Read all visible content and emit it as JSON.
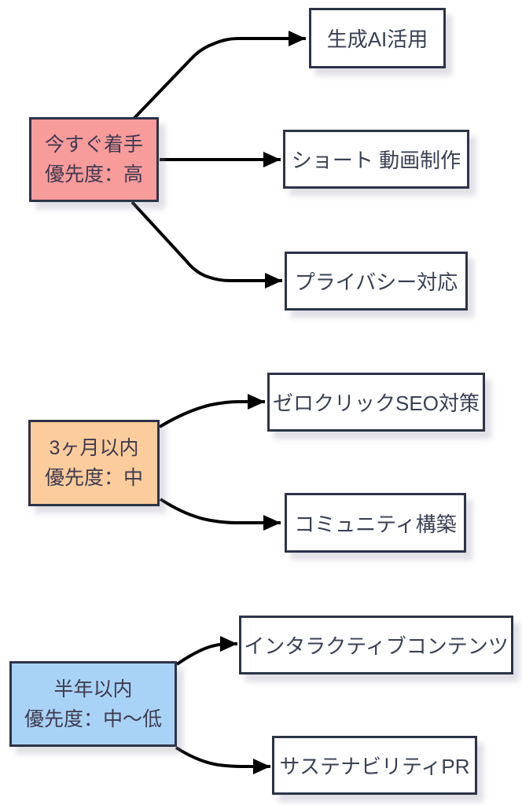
{
  "diagram": {
    "type": "priority-roadmap-flowchart"
  },
  "groups": [
    {
      "id": "immediate",
      "label_line1": "今すぐ着手",
      "label_line2": "優先度：高",
      "fill": "#F89B9B",
      "targets": [
        "生成AI活用",
        "ショート 動画制作",
        "プライバシー対応"
      ]
    },
    {
      "id": "three-months",
      "label_line1": "3ヶ月以内",
      "label_line2": "優先度：中",
      "fill": "#FBCD9C",
      "targets": [
        "ゼロクリックSEO対策",
        "コミュニティ構築"
      ]
    },
    {
      "id": "half-year",
      "label_line1": "半年以内",
      "label_line2": "優先度：中〜低",
      "fill": "#A8D3F6",
      "targets": [
        "インタラクティブコンテンツ",
        "サステナビリティPR"
      ]
    }
  ],
  "colors": {
    "border": "#2D3348",
    "arrow": "#000000",
    "source_text": "#3F3A50",
    "target_text": "#3A4154",
    "background": "#FFFFFF",
    "fill_high": "#F89B9B",
    "fill_medium": "#FBCD9C",
    "fill_medium_low": "#A8D3F6"
  }
}
